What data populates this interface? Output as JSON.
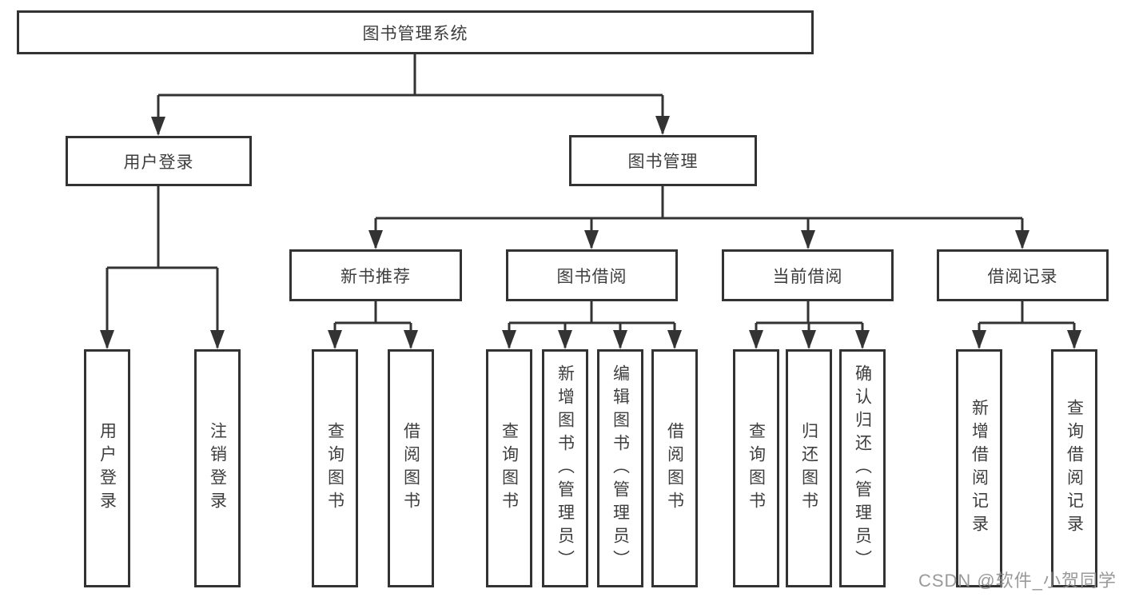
{
  "colors": {
    "line": "#333333",
    "node_border": "#333333",
    "node_text": "#3e3e3e",
    "node_background": "#ffffff",
    "page_background": "#ffffff",
    "watermark": "#8e8e8e"
  },
  "diagram": {
    "root": {
      "label": "图书管理系统"
    },
    "level2": [
      {
        "label": "用户登录"
      },
      {
        "label": "图书管理"
      }
    ],
    "level3": [
      {
        "label": "新书推荐",
        "parent": "图书管理"
      },
      {
        "label": "图书借阅",
        "parent": "图书管理"
      },
      {
        "label": "当前借阅",
        "parent": "图书管理"
      },
      {
        "label": "借阅记录",
        "parent": "图书管理"
      }
    ],
    "leaves": [
      {
        "label": "用户登录",
        "parent": "用户登录"
      },
      {
        "label": "注销登录",
        "parent": "用户登录"
      },
      {
        "label": "查询图书",
        "parent": "新书推荐"
      },
      {
        "label": "借阅图书",
        "parent": "新书推荐"
      },
      {
        "label": "查询图书",
        "parent": "图书借阅"
      },
      {
        "label": "新增图书（管理员）",
        "parent": "图书借阅"
      },
      {
        "label": "编辑图书（管理员）",
        "parent": "图书借阅"
      },
      {
        "label": "借阅图书",
        "parent": "图书借阅"
      },
      {
        "label": "查询图书",
        "parent": "当前借阅"
      },
      {
        "label": "归还图书",
        "parent": "当前借阅"
      },
      {
        "label": "确认归还（管理员）",
        "parent": "当前借阅"
      },
      {
        "label": "新增借阅记录",
        "parent": "借阅记录"
      },
      {
        "label": "查询借阅记录",
        "parent": "借阅记录"
      }
    ]
  },
  "watermark": {
    "text": "CSDN @软件_小贺同学"
  }
}
